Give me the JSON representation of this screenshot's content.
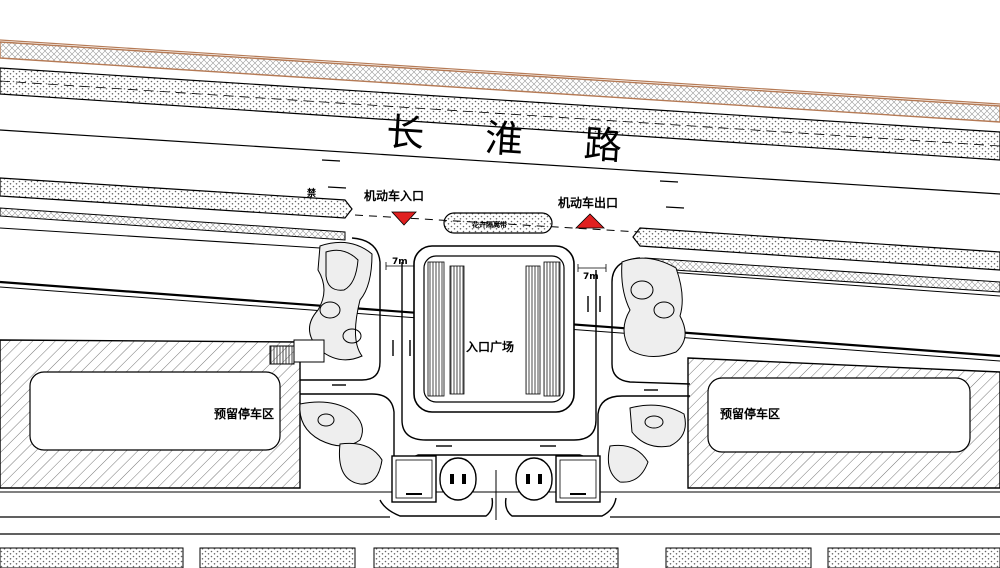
{
  "road_name": "长 淮 路",
  "labels": {
    "entrance": "机动车入口",
    "exit": "机动车出口",
    "median": "花卉隔离带",
    "plaza": "入口广场",
    "parking_left": "预留停车区",
    "parking_right": "预留停车区",
    "width_left": "7m",
    "width_right": "7m",
    "small_sign": "禁"
  },
  "colors": {
    "line": "#000000",
    "brown_band": "#b57a55",
    "marker_red": "#e02020",
    "hatch": "#555555",
    "planting_fill": "#eeeeee"
  },
  "icons": [
    "entrance-arrow-icon",
    "exit-arrow-icon",
    "traffic-arrow-icon",
    "planting-icon"
  ]
}
